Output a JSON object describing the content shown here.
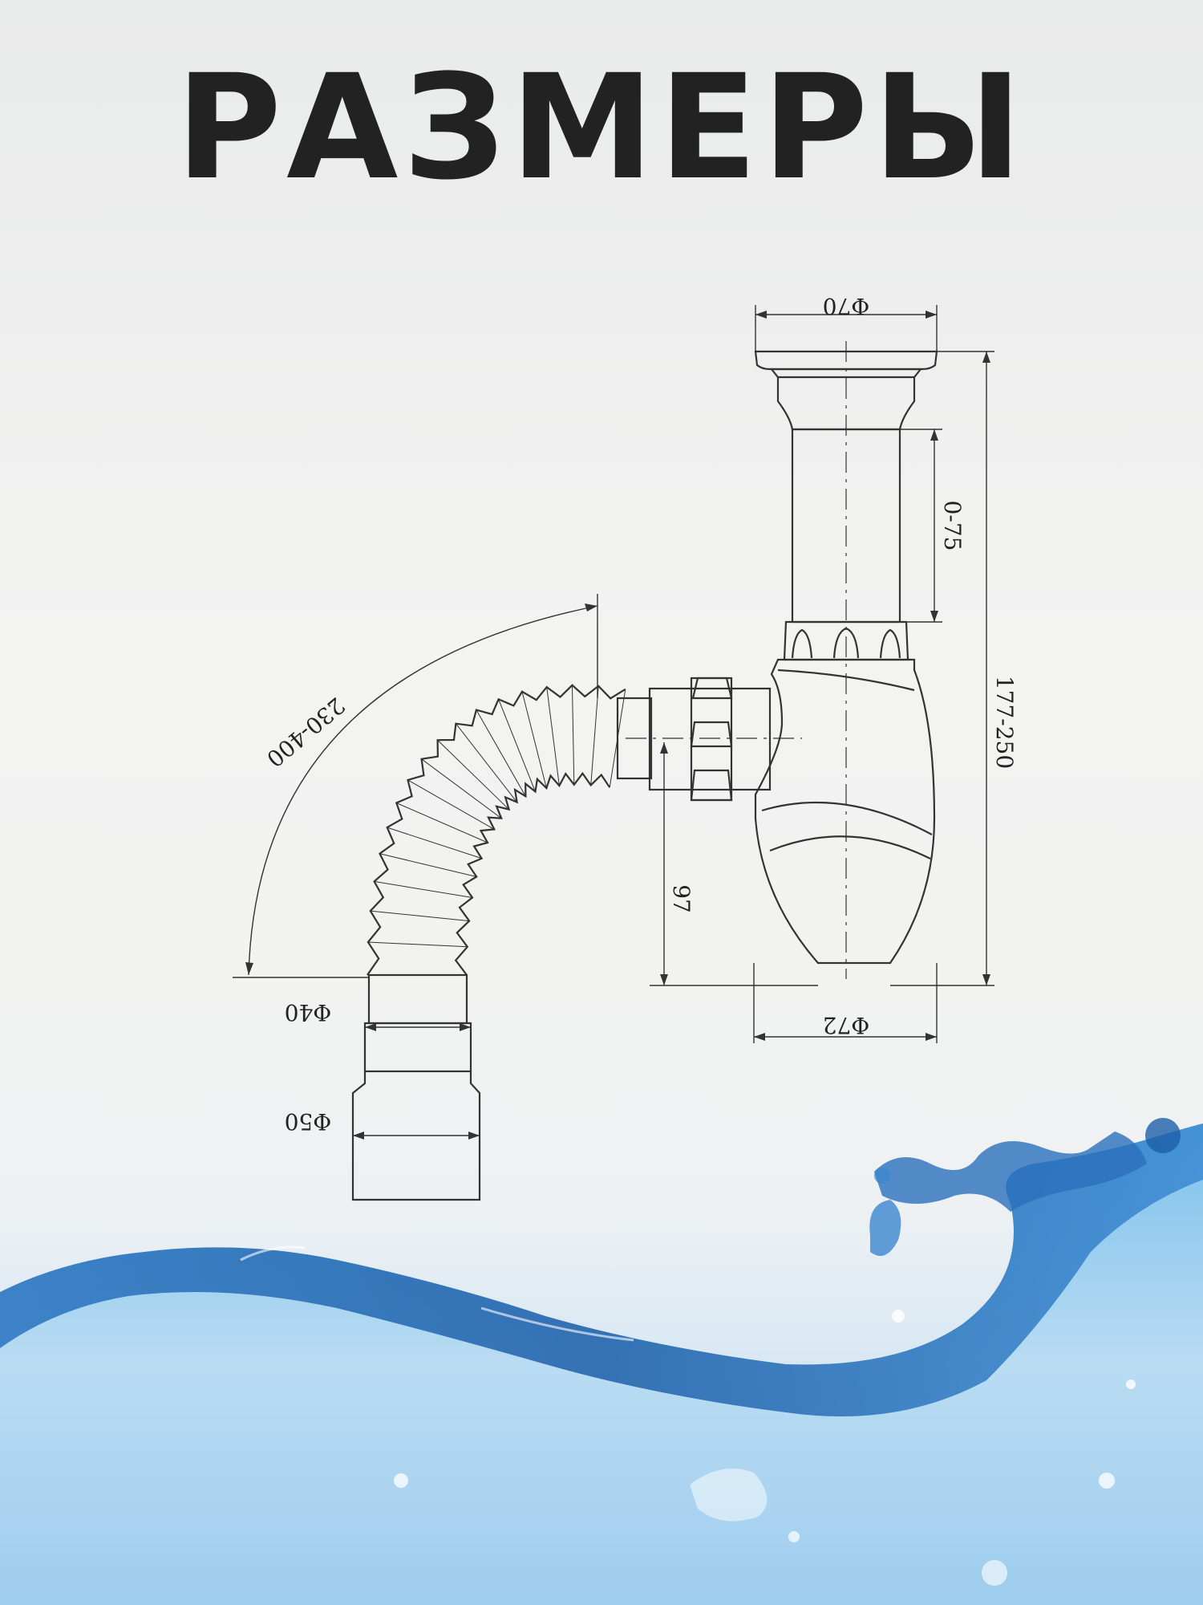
{
  "title": "РАЗМЕРЫ",
  "colors": {
    "title": "#222222",
    "line": "#333333",
    "water_dark": "#1d5fa8",
    "water_light": "#7cc0ec"
  },
  "dimensions": {
    "top_flange_diameter": "Φ70",
    "upper_pipe_adjust": "0-75",
    "total_height": "177-250",
    "hose_length": "230-400",
    "outlet_height": "97",
    "bottle_diameter": "Φ72",
    "hose_end_diameter": "Φ40",
    "outlet_diameter": "Φ50"
  }
}
